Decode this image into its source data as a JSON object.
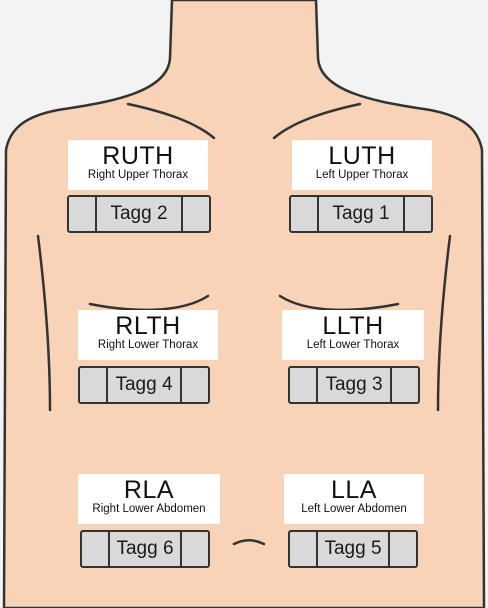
{
  "colors": {
    "skin": "#f9d3b8",
    "outline": "#333333",
    "background": "#f3f3f3",
    "sensor_fill": "#d9d9d9",
    "label_bg": "#ffffff"
  },
  "electrodes": [
    {
      "code": "RUTH",
      "desc": "Right Upper Thorax",
      "tagg": "Tagg 2"
    },
    {
      "code": "LUTH",
      "desc": "Left Upper Thorax",
      "tagg": "Tagg 1"
    },
    {
      "code": "RLTH",
      "desc": "Right Lower Thorax",
      "tagg": "Tagg 4"
    },
    {
      "code": "LLTH",
      "desc": "Left Lower Thorax",
      "tagg": "Tagg 3"
    },
    {
      "code": "RLA",
      "desc": "Right Lower Abdomen",
      "tagg": "Tagg 6"
    },
    {
      "code": "LLA",
      "desc": "Left Lower Abdomen",
      "tagg": "Tagg 5"
    }
  ]
}
